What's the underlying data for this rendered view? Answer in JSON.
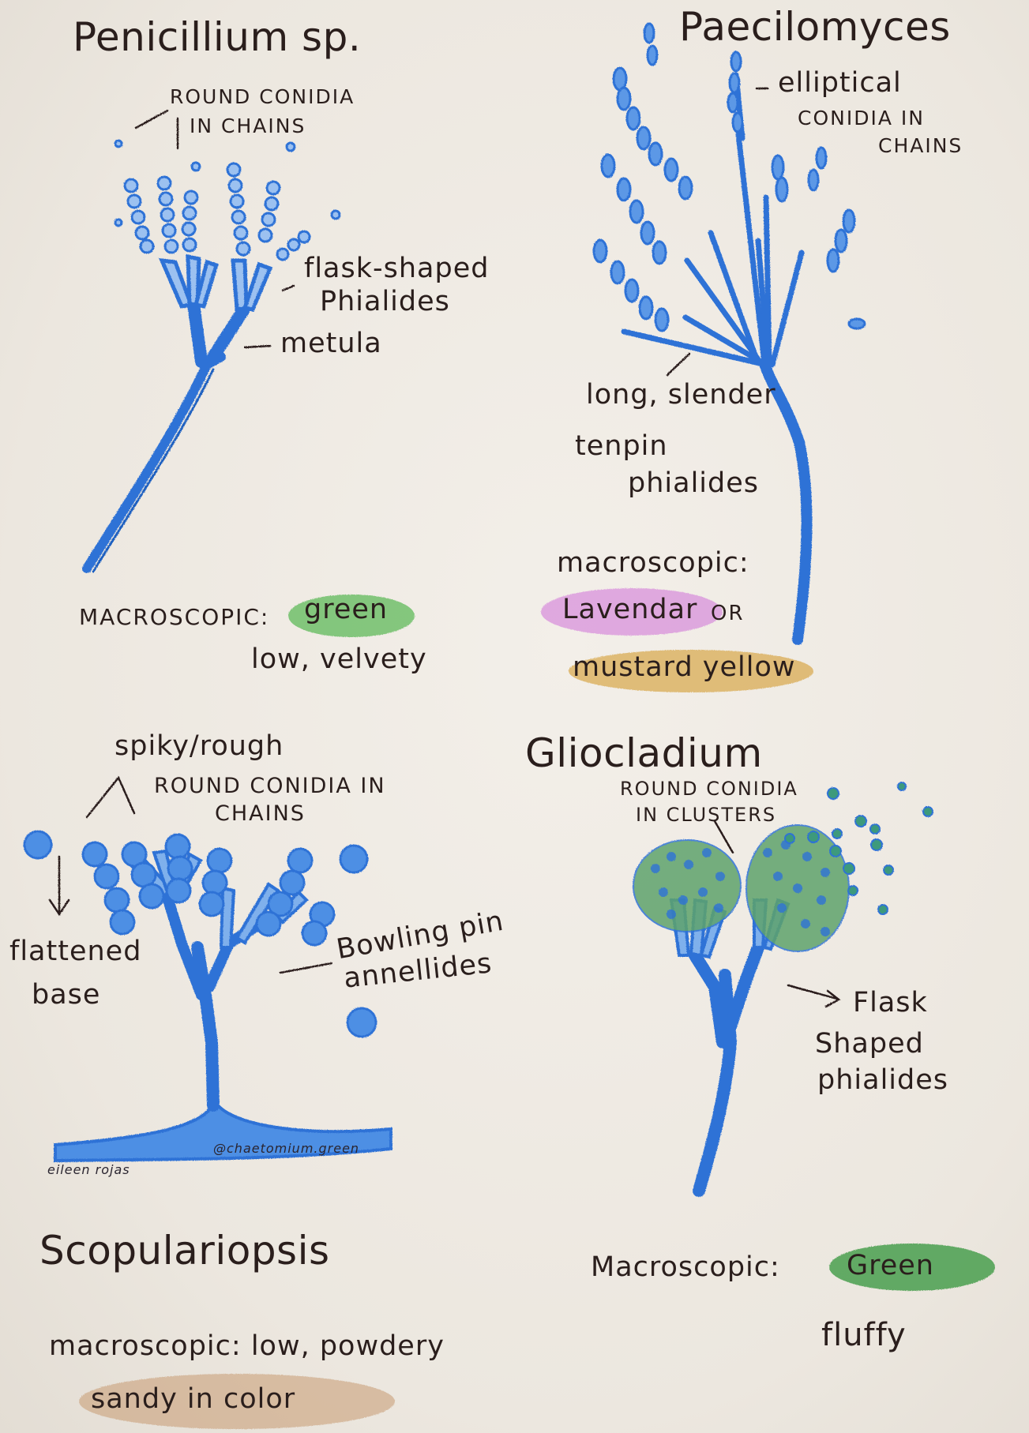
{
  "colors": {
    "paper": "#efeae3",
    "ink": "#2a1e1c",
    "pencil_blue": "#2f72d6",
    "pencil_blue_fill": "#5c98e6",
    "green_highlight": "#5fb95a",
    "lavender_highlight": "#d27ad8",
    "mustard_highlight": "#d7a64a",
    "sandy_highlight": "#c9a07c",
    "dark_green_highlight": "#3f9a45",
    "teal_conidia": "#3e9a7c"
  },
  "penicillium": {
    "title": "Penicillium sp.",
    "label_conidia_1": "ROUND CONIDIA",
    "label_conidia_2": "IN CHAINS",
    "label_phialides_1": "flask-shaped",
    "label_phialides_2": "Phialides",
    "label_metula": "metula",
    "macro_label": "MACROSCOPIC:",
    "macro_color": "green",
    "macro_texture": "low, velvety"
  },
  "paecilomyces": {
    "title": "Paecilomyces",
    "label_conidia_1": "elliptical",
    "label_conidia_2": "CONIDIA in",
    "label_conidia_3": "CHAINS",
    "label_phialides_1": "long, slender",
    "label_phialides_2": "tenpin",
    "label_phialides_3": "phialides",
    "macro_label": "macroscopic:",
    "macro_color_1": "Lavendar",
    "macro_or": "OR",
    "macro_color_2": "mustard yellow"
  },
  "scopulariopsis": {
    "title": "Scopulariopsis",
    "label_spiky": "spiky/rough",
    "label_conidia_1": "ROUND CONIDIA in",
    "label_conidia_2": "CHAINS",
    "label_base_1": "flattened",
    "label_base_2": "base",
    "label_annellides_1": "Bowling pin",
    "label_annellides_2": "annellides",
    "macro_label": "macroscopic: low, powdery",
    "macro_color": "sandy in color",
    "signature_left": "eileen rojas",
    "signature_right": "@chaetomium.green"
  },
  "gliocladium": {
    "title": "Gliocladium",
    "label_conidia_1": "Round CONIDIA",
    "label_conidia_2": "in CLUSTERS",
    "label_phialides_1": "Flask",
    "label_phialides_2": "Shaped",
    "label_phialides_3": "phialides",
    "macro_label": "Macroscopic:",
    "macro_color": "Green",
    "macro_texture": "fluffy"
  }
}
